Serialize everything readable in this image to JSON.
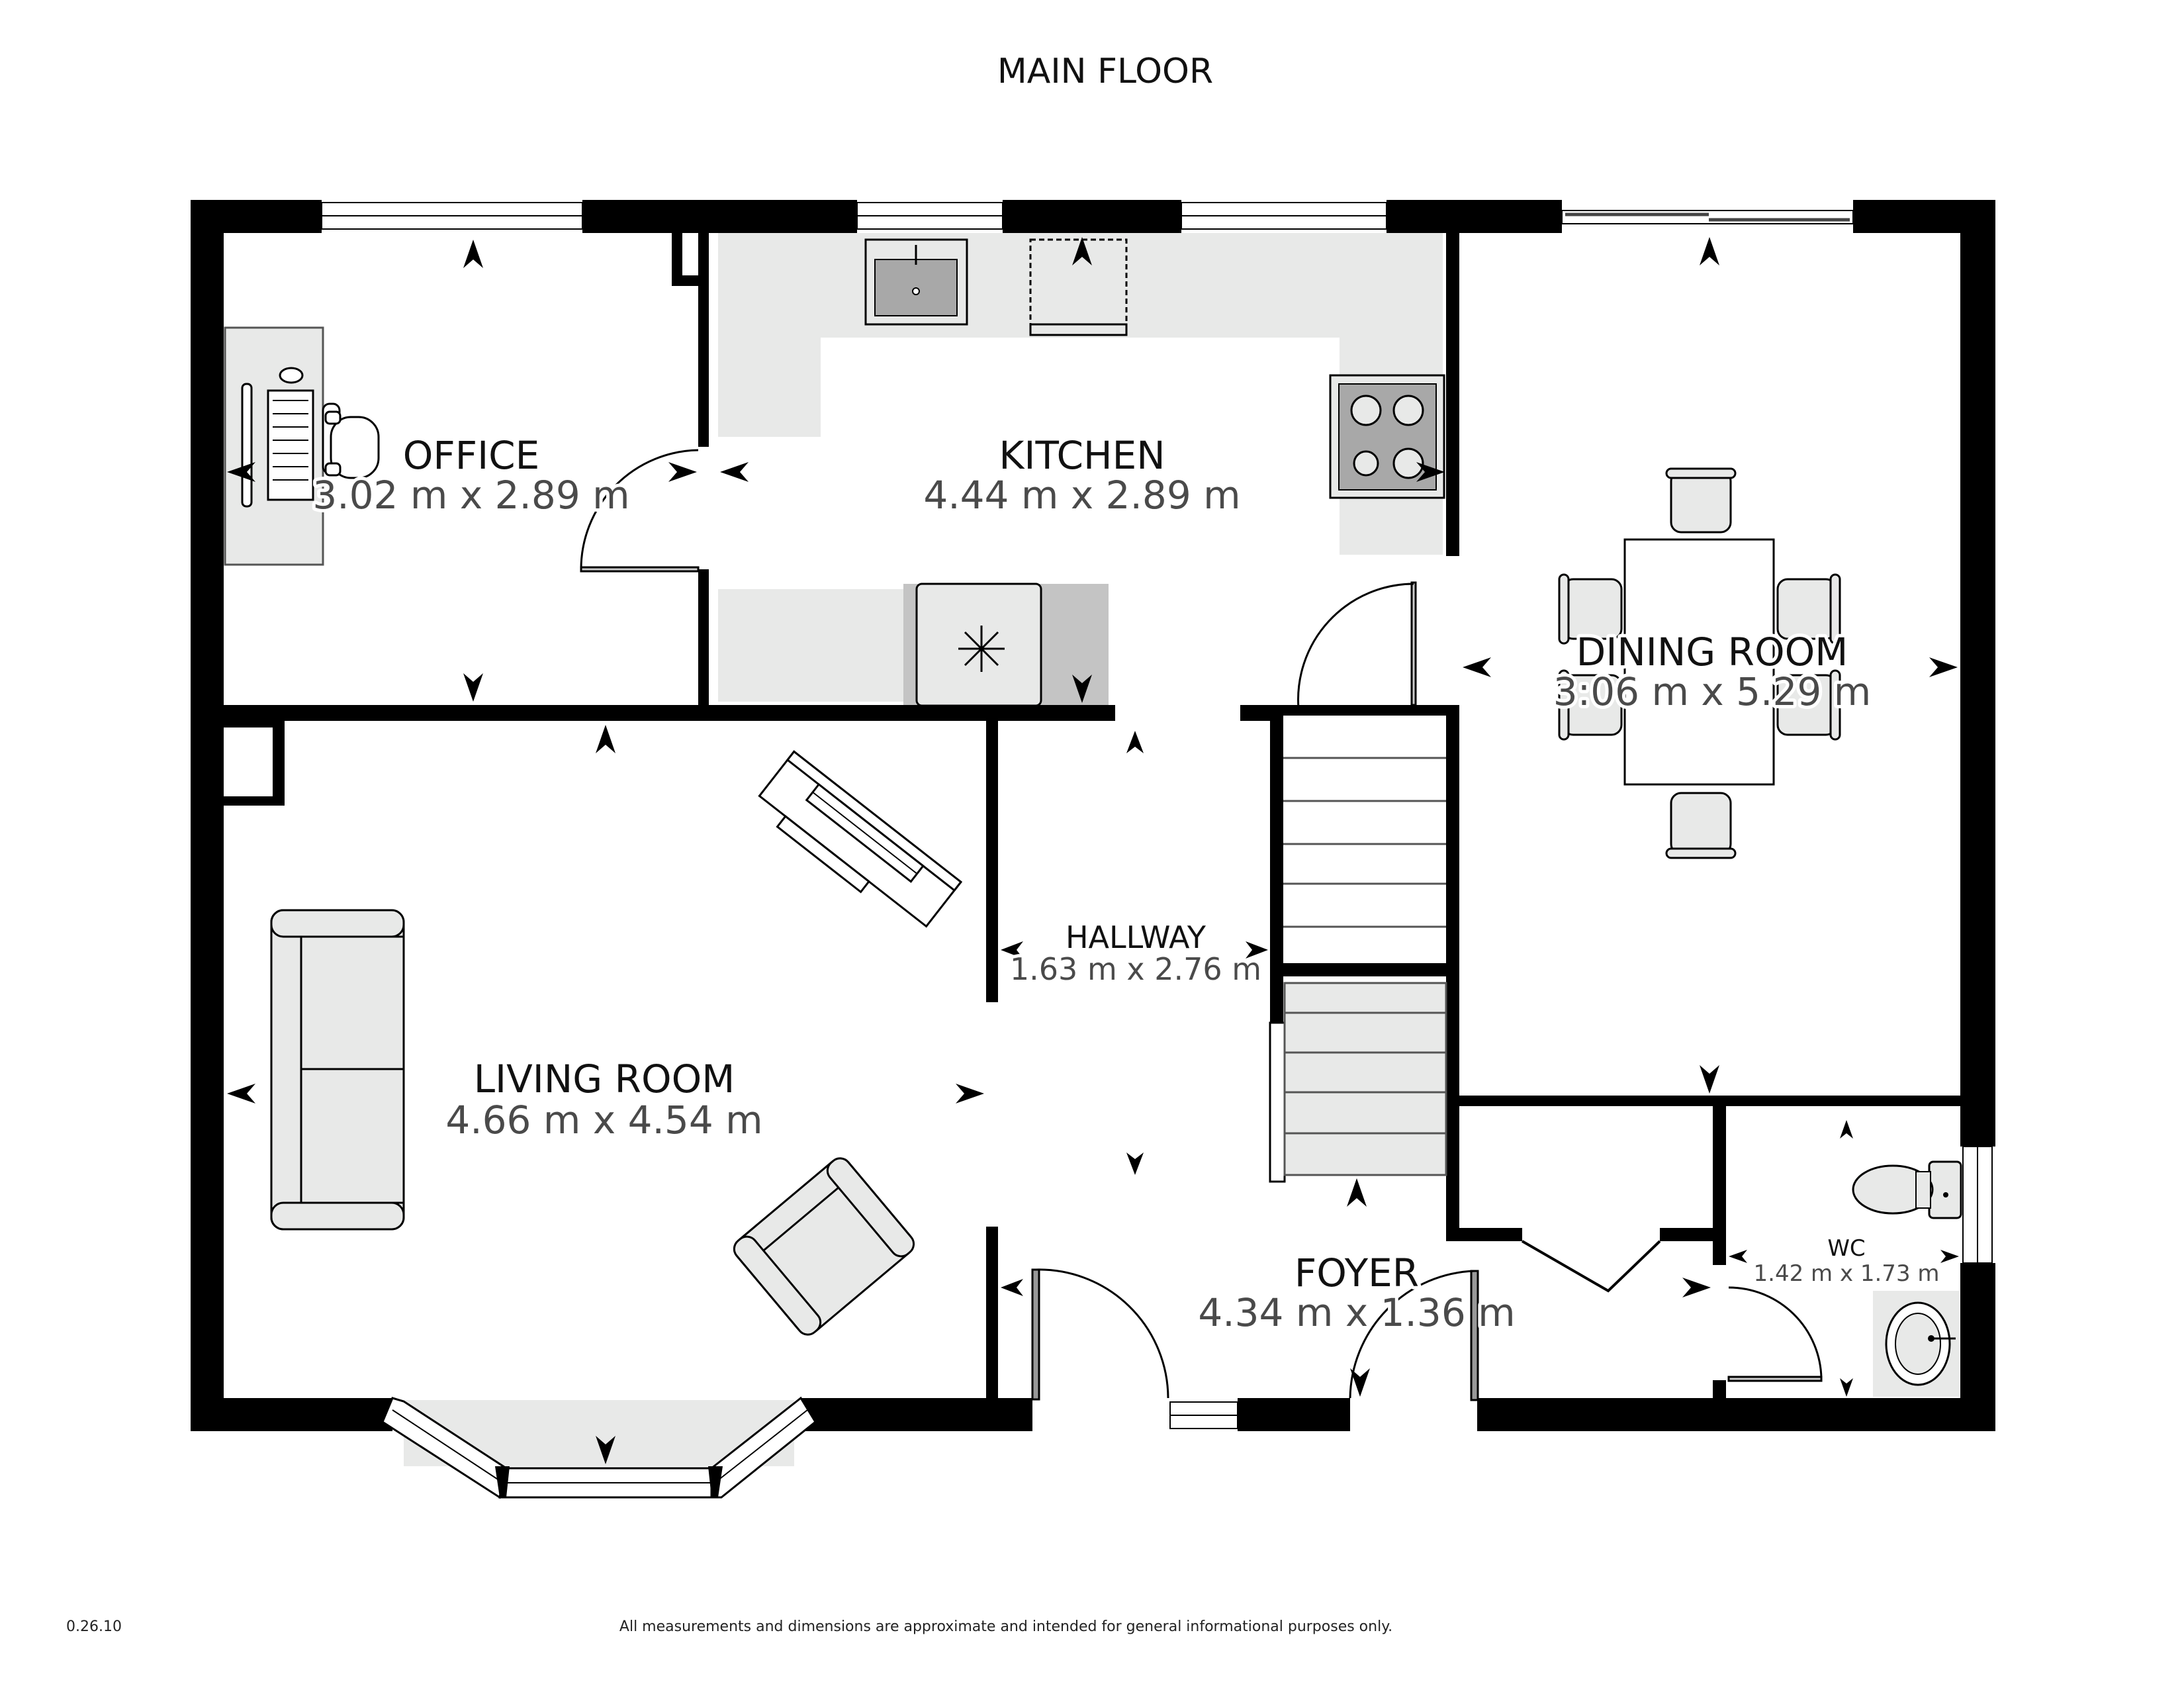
{
  "floor_title": "MAIN FLOOR",
  "rooms": {
    "office": {
      "name": "OFFICE",
      "dimensions": "3.02 m x 2.89 m"
    },
    "kitchen": {
      "name": "KITCHEN",
      "dimensions": "4.44 m x 2.89 m"
    },
    "dining_room": {
      "name": "DINING ROOM",
      "dimensions": "3:06 m x 5.29 m"
    },
    "hallway": {
      "name": "HALLWAY",
      "dimensions": "1.63 m x 2.76 m"
    },
    "living_room": {
      "name": "LIVING ROOM",
      "dimensions": "4.66 m x 4.54 m"
    },
    "foyer": {
      "name": "FOYER",
      "dimensions": "4.34 m x 1.36 m"
    },
    "wc": {
      "name": "WC",
      "dimensions": "1.42 m x 1.73 m"
    }
  },
  "footer": {
    "version": "0.26.10",
    "disclaimer": "All measurements and dimensions are approximate and intended for general informational purposes only."
  },
  "colors": {
    "wall": "#000000",
    "fixture_fill": "#e8e9e8",
    "fixture_stroke": "#555555",
    "appliance_dark": "#a8a8a8",
    "background": "#ffffff"
  }
}
